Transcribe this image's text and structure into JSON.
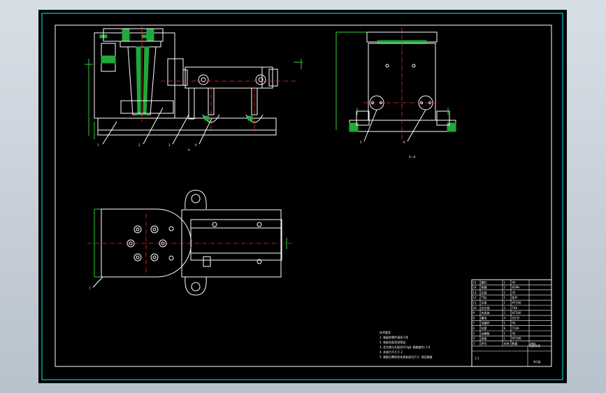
{
  "colors": {
    "frame": "#00c8d8",
    "line": "#ffffff",
    "center": "#ff2a2a",
    "dimension": "#2fd02f",
    "section": "#1faa3a",
    "background": "#000000"
  },
  "drawing": {
    "view_label": "A—A"
  },
  "notes": [
    "技术要求",
    "1. 装配前零件清洗干净",
    "2. 各配合面涂润滑油",
    "3. 定位销与孔配合H7/g6, 粗糙度Ra 1.6",
    "4. 夹紧力不大于 2",
    "5. 装配后需检验夹具各部位尺寸, 保证精度"
  ],
  "title_block": {
    "rows": [
      [
        "15",
        "螺钉",
        "1",
        "45",
        ""
      ],
      [
        "14",
        "垫圈",
        "2",
        "65Mn",
        ""
      ],
      [
        "13",
        "压板",
        "1",
        "45",
        ""
      ],
      [
        "12",
        "气缸",
        "1",
        "组件",
        ""
      ],
      [
        "11",
        "支架",
        "1",
        "HT200",
        ""
      ],
      [
        "10",
        "定位销",
        "2",
        "T8A",
        ""
      ],
      [
        "9",
        "夹具体",
        "1",
        "HT200",
        ""
      ],
      [
        "8",
        "螺母",
        "4",
        "Q235",
        ""
      ],
      [
        "7",
        "活塞杆",
        "1",
        "45",
        ""
      ],
      [
        "6",
        "钻套",
        "6",
        "T10A",
        ""
      ],
      [
        "5",
        "钻模板",
        "1",
        "45",
        ""
      ],
      [
        "4",
        "底板",
        "1",
        "HT200",
        ""
      ],
      [
        "3",
        "序号",
        "名称",
        "数量",
        "材料"
      ]
    ],
    "name": "钻床夹具",
    "scale": "1:1",
    "sheet": "共1张"
  }
}
